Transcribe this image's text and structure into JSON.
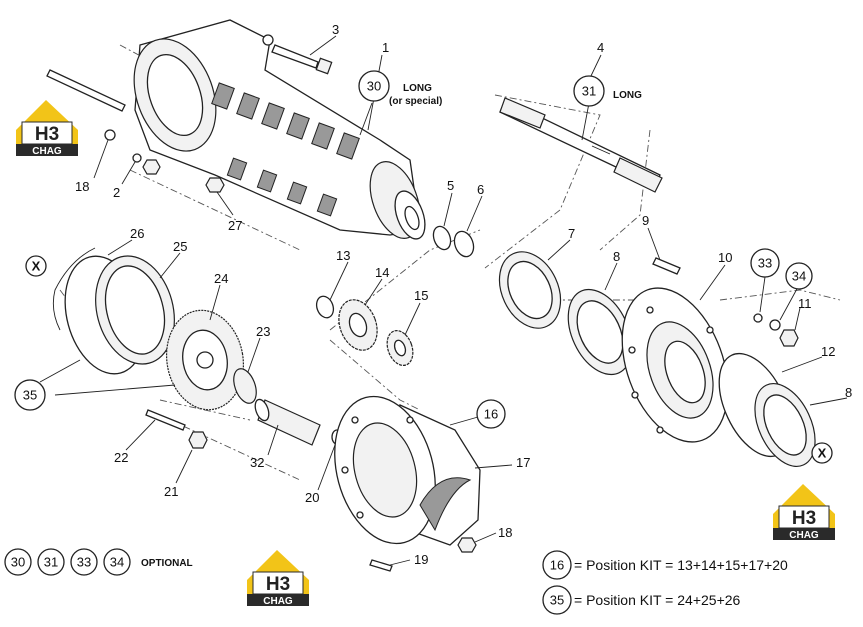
{
  "callouts": {
    "n1": "1",
    "n2": "2",
    "n3": "3",
    "n4": "4",
    "n5": "5",
    "n6": "6",
    "n7": "7",
    "n8a": "8",
    "n8b": "8",
    "n9": "9",
    "n10": "10",
    "n11": "11",
    "n12": "12",
    "n13": "13",
    "n14": "14",
    "n15": "15",
    "n17": "17",
    "n18a": "18",
    "n18b": "18",
    "n19": "19",
    "n20": "20",
    "n21": "21",
    "n22": "22",
    "n23": "23",
    "n24": "24",
    "n25": "25",
    "n26": "26",
    "n27": "27",
    "n32": "32"
  },
  "circled": {
    "c30": "30",
    "c31": "31",
    "c33": "33",
    "c34": "34",
    "c35": "35",
    "c16": "16",
    "o30": "30",
    "o31": "31",
    "o33": "33",
    "o34": "34",
    "k16": "16",
    "k35": "35",
    "x1": "X",
    "x2": "X"
  },
  "notes": {
    "long30_a": "LONG",
    "long30_b": "(or special)",
    "long31": "LONG",
    "optional": "OPTIONAL"
  },
  "legend": {
    "kit16": "= Position KIT = 13+14+15+17+20",
    "kit35": "= Position KIT = 24+25+26"
  },
  "logo": {
    "mark": "H3",
    "word": "CHAG"
  },
  "colors": {
    "logo_yellow": "#f2c418",
    "logo_dark": "#2a2a2a",
    "line": "#222222"
  }
}
